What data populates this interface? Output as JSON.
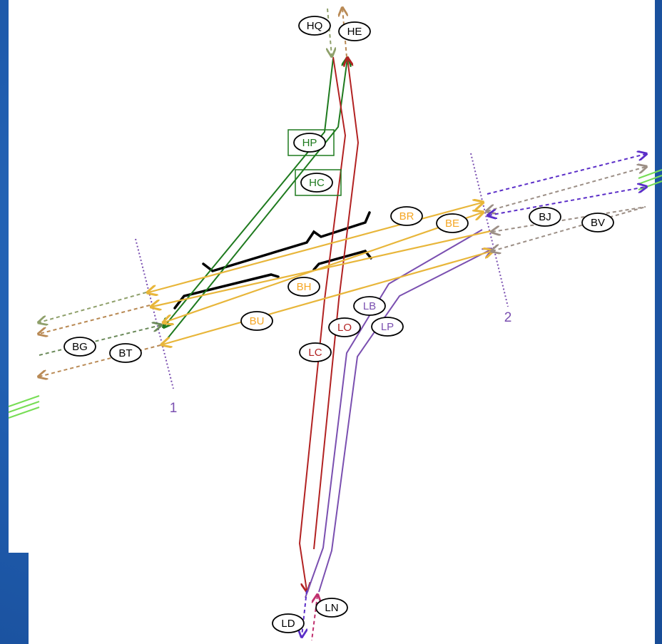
{
  "colors": {
    "background": "#1f5cae",
    "panel": "#ffffff",
    "green": "#1e7a1e",
    "red": "#b22222",
    "purple": "#7a4fb0",
    "yellow": "#e8b63a",
    "orange_text": "#f5a623",
    "black": "#000000",
    "blue_dashed": "#5b2ec8",
    "gray_dashed": "#9c8f86",
    "tan_dashed": "#b98a55",
    "olive_dashed": "#8fa06b",
    "light_green": "#77dd55"
  },
  "screenlines": [
    {
      "id": "screenline-1",
      "label": "1"
    },
    {
      "id": "screenline-2",
      "label": "2"
    }
  ],
  "labels": {
    "HQ": "HQ",
    "HE": "HE",
    "HP": "HP",
    "HC": "HC",
    "BR": "BR",
    "BE": "BE",
    "BJ": "BJ",
    "BV": "BV",
    "BH": "BH",
    "BU": "BU",
    "BG": "BG",
    "BT": "BT",
    "LB": "LB",
    "LO": "LO",
    "LP": "LP",
    "LC": "LC",
    "LN": "LN",
    "LD": "LD"
  }
}
